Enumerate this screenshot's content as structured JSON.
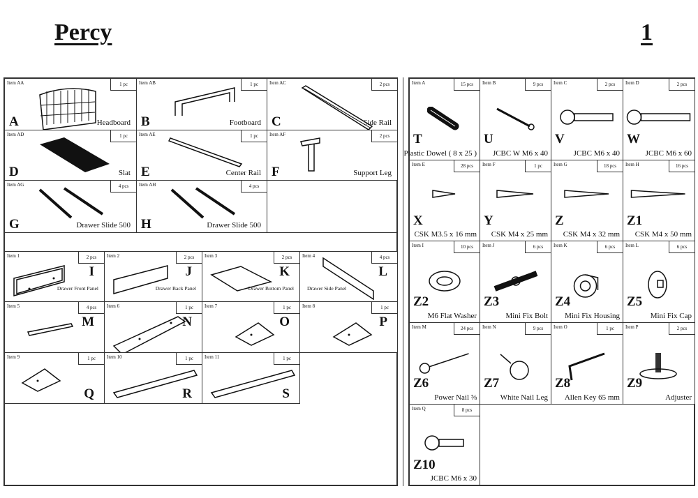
{
  "header": {
    "title": "Percy",
    "page_number": "1"
  },
  "panels": [
    {
      "item": "Item AA",
      "qty": "1 pc",
      "letter": "A",
      "name": "Headboard",
      "icon": "headboard"
    },
    {
      "item": "Item AB",
      "qty": "1 pc",
      "letter": "B",
      "name": "Footboard",
      "icon": "footboard"
    },
    {
      "item": "Item AC",
      "qty": "2 pcs",
      "letter": "C",
      "name": "Side Rail",
      "icon": "side-rail"
    },
    {
      "item": "Item AD",
      "qty": "1 pc",
      "letter": "D",
      "name": "Slat",
      "icon": "slat"
    },
    {
      "item": "Item AE",
      "qty": "1 pc",
      "letter": "E",
      "name": "Center Rail",
      "icon": "center-rail"
    },
    {
      "item": "Item AF",
      "qty": "2 pcs",
      "letter": "F",
      "name": "Support Leg",
      "icon": "support-leg"
    },
    {
      "item": "Item AG",
      "qty": "4 pcs",
      "letter": "G",
      "name": "Drawer Slide 500",
      "icon": "drawer-slide"
    },
    {
      "item": "Item AH",
      "qty": "4 pcs",
      "letter": "H",
      "name": "Drawer Slide 500",
      "icon": "drawer-slide"
    }
  ],
  "drawer_parts": [
    {
      "item": "Item 1",
      "qty": "2 pcs",
      "letter": "I",
      "name": "Drawer Front Panel",
      "icon": "front-panel"
    },
    {
      "item": "Item 2",
      "qty": "2 pcs",
      "letter": "J",
      "name": "Drawer Back Panel",
      "icon": "back-panel"
    },
    {
      "item": "Item 3",
      "qty": "2 pcs",
      "letter": "K",
      "name": "Drawer Bottom Panel",
      "icon": "bottom-panel"
    },
    {
      "item": "Item 4",
      "qty": "4 pcs",
      "letter": "L",
      "name": "Drawer Side Panel",
      "icon": "side-panel"
    },
    {
      "item": "Item 5",
      "qty": "4 pcs",
      "letter": "M",
      "name": "",
      "icon": "small-board"
    },
    {
      "item": "Item 6",
      "qty": "1 pc",
      "letter": "N",
      "name": "",
      "icon": "long-board"
    },
    {
      "item": "Item 7",
      "qty": "1 pc",
      "letter": "O",
      "name": "",
      "icon": "short-board"
    },
    {
      "item": "Item 8",
      "qty": "1 pc",
      "letter": "P",
      "name": "",
      "icon": "short-board"
    },
    {
      "item": "Item 9",
      "qty": "1 pc",
      "letter": "Q",
      "name": "",
      "icon": "short-board"
    },
    {
      "item": "Item 10",
      "qty": "1 pc",
      "letter": "R",
      "name": "",
      "icon": "plank"
    },
    {
      "item": "Item 11",
      "qty": "1 pc",
      "letter": "S",
      "name": "",
      "icon": "plank"
    }
  ],
  "hardware": [
    {
      "item": "Item A",
      "qty": "15 pcs",
      "letter": "T",
      "name": "Plastic Dowel ( 8 x 25 )",
      "icon": "dowel"
    },
    {
      "item": "Item B",
      "qty": "9 pcs",
      "letter": "U",
      "name": "JCBC W M6 x 40",
      "icon": "wood-screw"
    },
    {
      "item": "Item C",
      "qty": "2 pcs",
      "letter": "V",
      "name": "JCBC M6 x 40",
      "icon": "bolt"
    },
    {
      "item": "Item D",
      "qty": "2 pcs",
      "letter": "W",
      "name": "JCBC M6 x 60",
      "icon": "bolt-long"
    },
    {
      "item": "Item E",
      "qty": "28 pcs",
      "letter": "X",
      "name": "CSK M3.5 x 16 mm",
      "icon": "screw-s"
    },
    {
      "item": "Item F",
      "qty": "1 pc",
      "letter": "Y",
      "name": "CSK M4 x 25 mm",
      "icon": "screw-m"
    },
    {
      "item": "Item G",
      "qty": "18 pcs",
      "letter": "Z",
      "name": "CSK M4 x 32 mm",
      "icon": "screw-l"
    },
    {
      "item": "Item H",
      "qty": "16 pcs",
      "letter": "Z1",
      "name": "CSK M4 x 50 mm",
      "icon": "screw-xl"
    },
    {
      "item": "Item I",
      "qty": "10 pcs",
      "letter": "Z2",
      "name": "M6 Flat Washer",
      "icon": "washer"
    },
    {
      "item": "Item J",
      "qty": "6 pcs",
      "letter": "Z3",
      "name": "Mini Fix Bolt",
      "icon": "minifix-bolt"
    },
    {
      "item": "Item K",
      "qty": "6 pcs",
      "letter": "Z4",
      "name": "Mini Fix Housing",
      "icon": "minifix-housing"
    },
    {
      "item": "Item L",
      "qty": "6 pcs",
      "letter": "Z5",
      "name": "Mini Fix Cap",
      "icon": "minifix-cap"
    },
    {
      "item": "Item M",
      "qty": "24 pcs",
      "letter": "Z6",
      "name": "Power Nail ⅝",
      "icon": "nail"
    },
    {
      "item": "Item N",
      "qty": "9 pcs",
      "letter": "Z7",
      "name": "White Nail Leg",
      "icon": "nail-leg"
    },
    {
      "item": "Item O",
      "qty": "1 pc",
      "letter": "Z8",
      "name": "Allen Key 65 mm",
      "icon": "allen-key"
    },
    {
      "item": "Item P",
      "qty": "2 pcs",
      "letter": "Z9",
      "name": "Adjuster",
      "icon": "adjuster"
    },
    {
      "item": "Item Q",
      "qty": "8 pcs",
      "letter": "Z10",
      "name": "JCBC M6 x 30",
      "icon": "bolt-short"
    }
  ]
}
